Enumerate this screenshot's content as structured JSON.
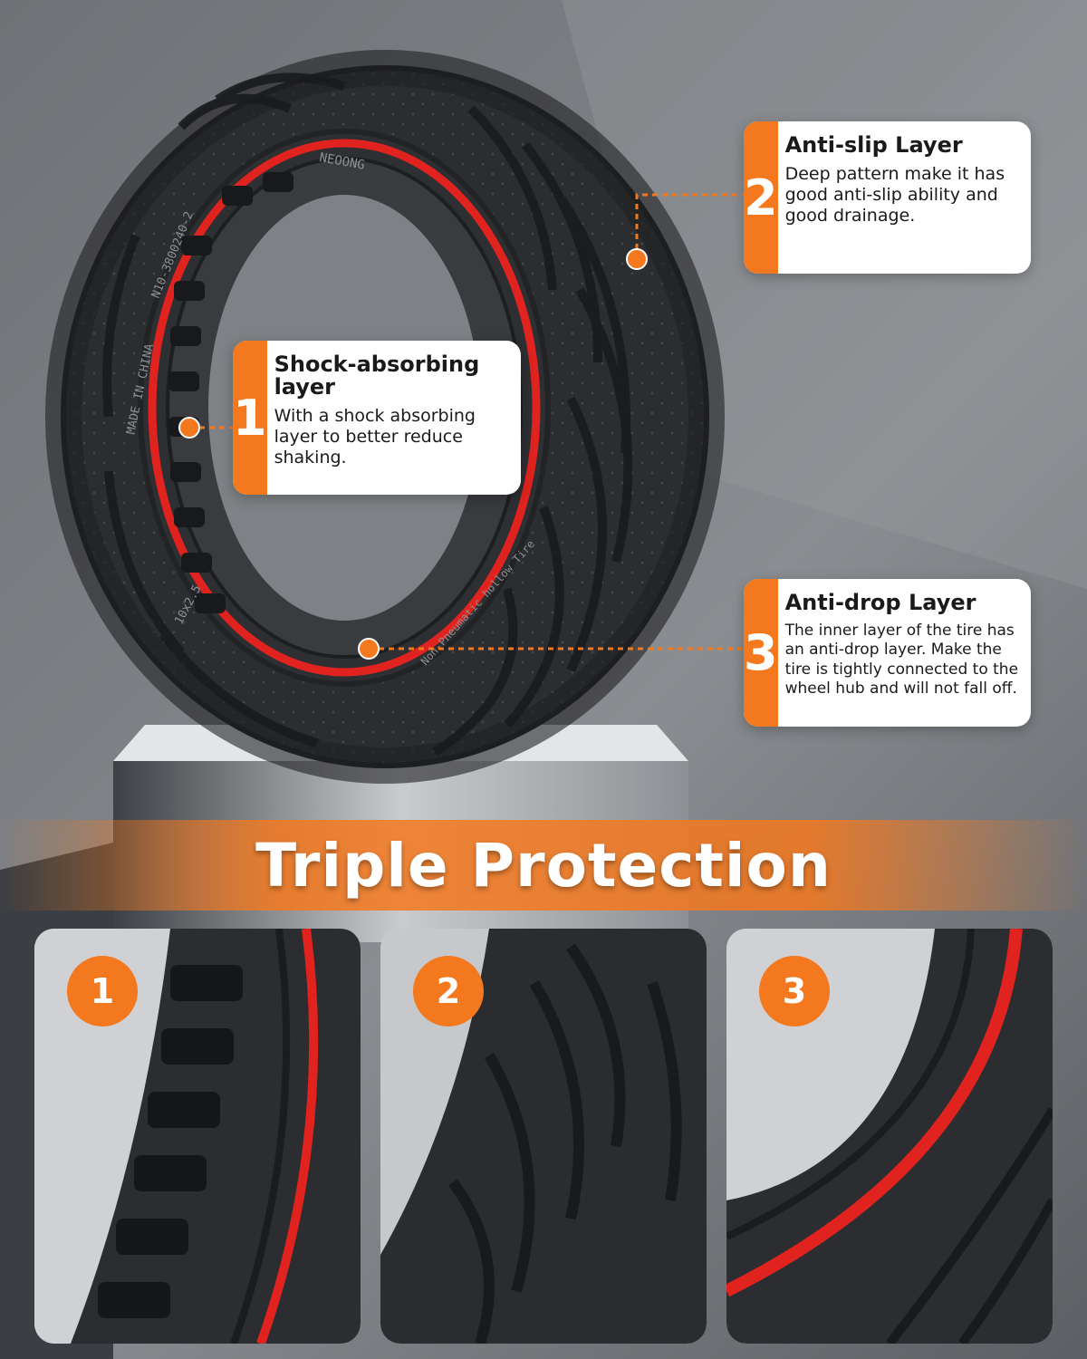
{
  "callouts": [
    {
      "number": "1",
      "title": "Shock-absorbing layer",
      "description": "With a shock absorbing layer to better reduce shaking."
    },
    {
      "number": "2",
      "title": "Anti-slip Layer",
      "description": "Deep pattern make it has good anti-slip ability and good drainage."
    },
    {
      "number": "3",
      "title": "Anti-drop Layer",
      "description": "The inner layer of the tire has an anti-drop layer. Make the tire is tightly connected to the wheel hub and will not fall off."
    }
  ],
  "headline": "Triple Protection",
  "detail_panels": [
    {
      "badge": "1"
    },
    {
      "badge": "2"
    },
    {
      "badge": "3"
    }
  ],
  "tire_markings": {
    "brand": "NEOONG",
    "origin": "MADE IN CHINA",
    "model": "N10-3800240-2",
    "size": "10x2.5",
    "type": "Non-Pneumatic hollow Tire"
  },
  "colors": {
    "accent": "#f4781e",
    "tire": "#2a2b2d",
    "red_stripe": "#e0231e",
    "card": "#ffffff"
  }
}
